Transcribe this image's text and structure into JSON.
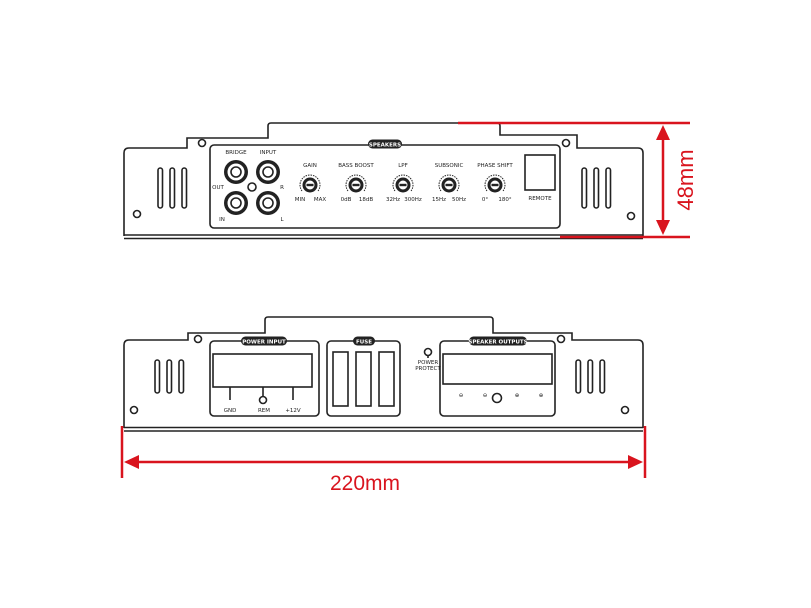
{
  "colors": {
    "dimension": "#d9141e",
    "line": "#222222"
  },
  "top_view": {
    "panel_label": "SPEAKERS",
    "rca": {
      "bridge": "BRIDGE",
      "input": "INPUT",
      "out": "OUT",
      "r": "R",
      "in": "IN",
      "l": "L"
    },
    "knobs": [
      {
        "label": "GAIN",
        "min": "MIN",
        "max": "MAX"
      },
      {
        "label": "BASS BOOST",
        "min": "0dB",
        "max": "18dB"
      },
      {
        "label": "LPF",
        "min": "32Hz",
        "max": "300Hz"
      },
      {
        "label": "SUBSONIC",
        "min": "15Hz",
        "max": "50Hz"
      },
      {
        "label": "PHASE SHIFT",
        "min": "0°",
        "max": "180°"
      }
    ],
    "remote_label": "REMOTE"
  },
  "bottom_view": {
    "power_input": {
      "label": "POWER INPUT",
      "gnd": "GND",
      "rem": "REM",
      "plus12v": "+12V"
    },
    "fuse_label": "FUSE",
    "power_protect": [
      "POWER",
      "PROTECT"
    ],
    "speaker_outputs": {
      "label": "SPEAKER OUTPUTS",
      "symbols": [
        "⊖",
        "⊖",
        "⊕",
        "⊕"
      ]
    }
  },
  "dimensions": {
    "height": "48mm",
    "width": "220mm"
  }
}
